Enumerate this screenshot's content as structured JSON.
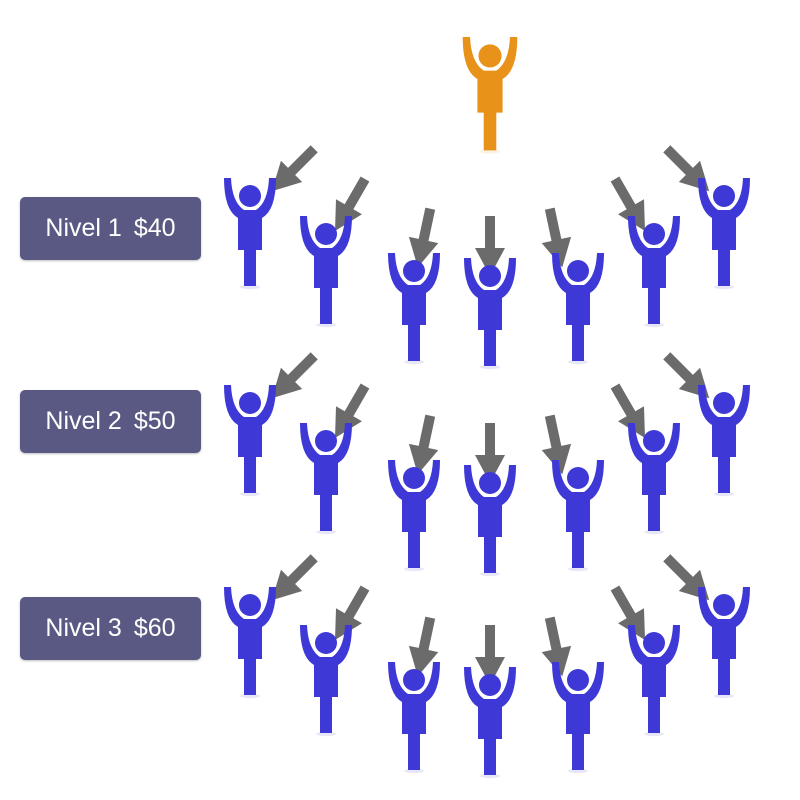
{
  "colors": {
    "leader": "#e8921a",
    "member": "#3e39d6",
    "arrow": "#6b6b6b",
    "label_bg": "#5a5983",
    "label_text": "#ffffff"
  },
  "icons": {
    "leader": "person-arms-raised-icon",
    "member": "person-arms-raised-icon",
    "arrow": "down-arrow-icon"
  },
  "levels": [
    {
      "name": "Nivel 1",
      "amount": "$40"
    },
    {
      "name": "Nivel 2",
      "amount": "$50"
    },
    {
      "name": "Nivel 3",
      "amount": "$60"
    }
  ]
}
